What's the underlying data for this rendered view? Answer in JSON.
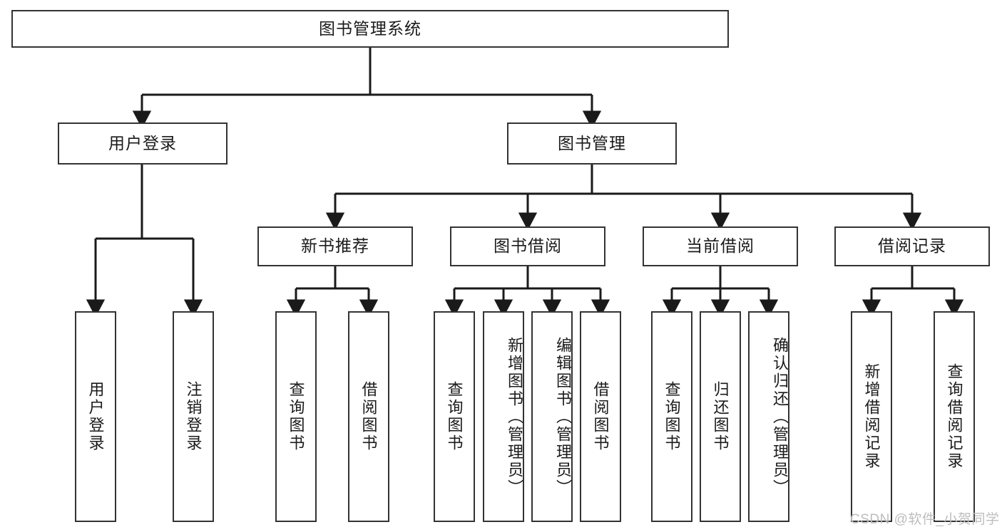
{
  "diagram": {
    "title": "图书管理系统",
    "type": "tree-hierarchy-diagram",
    "colors": {
      "background": "#ffffff",
      "box_border": "#333333",
      "box_fill": "#ffffff",
      "connector": "#1a1a1a",
      "text": "#1a1a1a",
      "watermark": "#bdbdbd"
    },
    "root": {
      "label": "图书管理系统"
    },
    "level1": [
      {
        "label": "用户登录"
      },
      {
        "label": "图书管理"
      }
    ],
    "level2": [
      {
        "label": "新书推荐",
        "parent": "图书管理"
      },
      {
        "label": "图书借阅",
        "parent": "图书管理"
      },
      {
        "label": "当前借阅",
        "parent": "图书管理"
      },
      {
        "label": "借阅记录",
        "parent": "图书管理"
      }
    ],
    "leaves": {
      "user_login": [
        {
          "label": "用户登录"
        },
        {
          "label": "注销登录"
        }
      ],
      "new_book_recommend": [
        {
          "label": "查询图书"
        },
        {
          "label": "借阅图书"
        }
      ],
      "book_borrow": [
        {
          "label": "查询图书"
        },
        {
          "label": "新增图书（管理员）"
        },
        {
          "label": "编辑图书（管理员）"
        },
        {
          "label": "借阅图书"
        }
      ],
      "current_borrow": [
        {
          "label": "查询图书"
        },
        {
          "label": "归还图书"
        },
        {
          "label": "确认归还（管理员）"
        }
      ],
      "borrow_record": [
        {
          "label": "新增借阅记录"
        },
        {
          "label": "查询借阅记录"
        }
      ]
    }
  },
  "watermark": {
    "text": "CSDN @软件_小贺同学"
  }
}
